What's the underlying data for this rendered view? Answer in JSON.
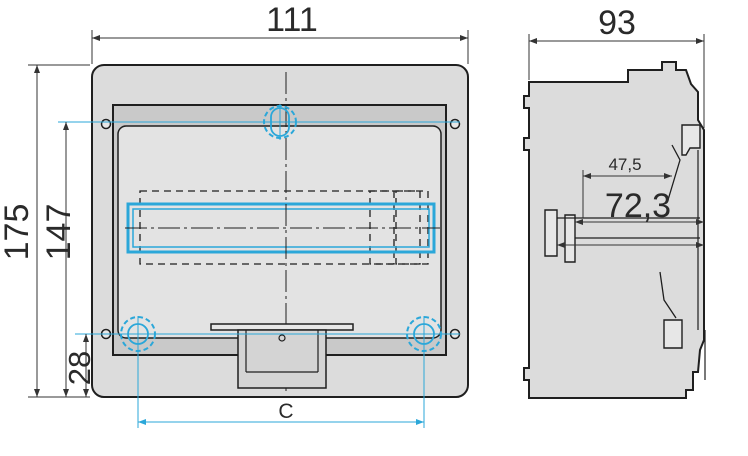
{
  "figure": {
    "subject": "Enclosure dimension drawing",
    "views": [
      "front-view",
      "side-view"
    ]
  },
  "dimensions": {
    "front_width": "111",
    "front_height_overall": "175",
    "front_height_mounting": "147",
    "front_height_bottom_offset": "28",
    "mounting_hole_spacing": "C",
    "side_depth": "93",
    "side_depth_inner": "72,3",
    "side_rail_offset": "47,5"
  },
  "colors": {
    "line": "#1f1f1f",
    "body_fill": "#dcdcdc",
    "frame_fill": "#e7e7e7",
    "accent_cyan": "#2ba7d9",
    "dimension_line": "#333333"
  }
}
